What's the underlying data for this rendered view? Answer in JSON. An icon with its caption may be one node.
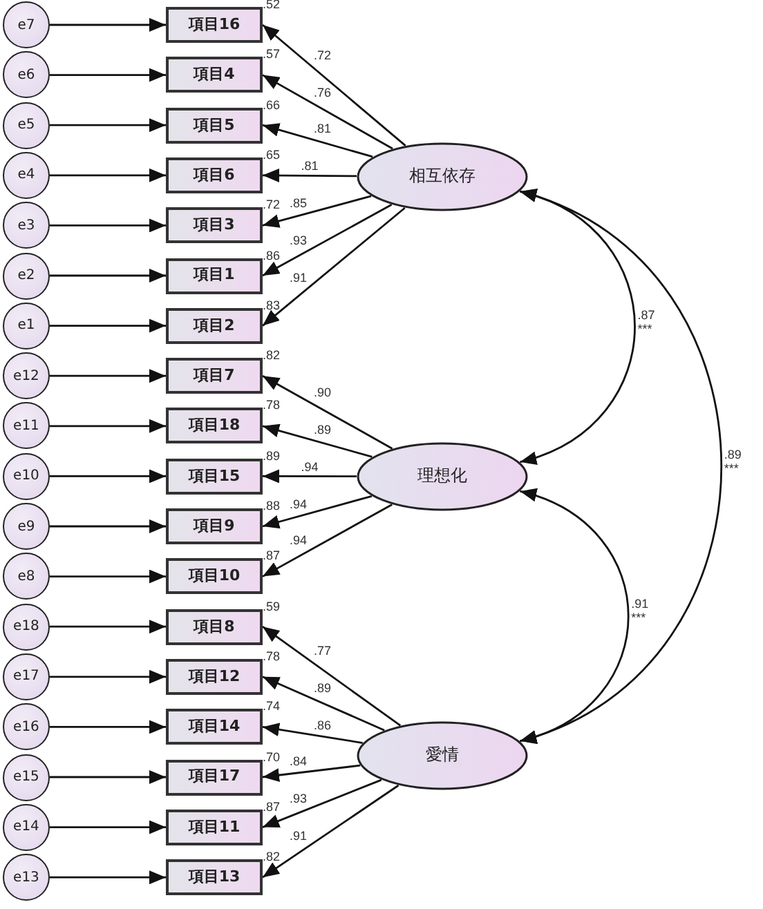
{
  "diagram": {
    "nodes": [
      {
        "text": [
          "e7"
        ]
      },
      {
        "text": [
          "e6"
        ]
      },
      {
        "text": [
          "e5"
        ]
      },
      {
        "text": [
          "e4"
        ]
      },
      {
        "text": [
          "e3"
        ]
      },
      {
        "text": [
          "e2"
        ]
      },
      {
        "text": [
          "e1"
        ]
      },
      {
        "text": [
          "e12"
        ]
      },
      {
        "text": [
          "e11"
        ]
      },
      {
        "text": [
          "e10"
        ]
      },
      {
        "text": [
          "e9"
        ]
      },
      {
        "text": [
          "e8"
        ]
      },
      {
        "text": [
          "e18"
        ]
      },
      {
        "text": [
          "e17"
        ]
      },
      {
        "text": [
          "e16"
        ]
      },
      {
        "text": [
          "e15"
        ]
      },
      {
        "text": [
          "e14"
        ]
      },
      {
        "text": [
          "e13"
        ]
      },
      {
        "text": [
          "項目16"
        ],
        "beside": [
          ".52"
        ]
      },
      {
        "text": [
          "項目4"
        ],
        "beside": [
          ".57"
        ]
      },
      {
        "text": [
          "項目5"
        ],
        "beside": [
          ".66"
        ]
      },
      {
        "text": [
          "項目6"
        ],
        "beside": [
          ".65"
        ]
      },
      {
        "text": [
          "項目3"
        ],
        "beside": [
          ".72"
        ]
      },
      {
        "text": [
          "項目1"
        ],
        "beside": [
          ".86"
        ]
      },
      {
        "text": [
          "項目2"
        ],
        "beside": [
          ".83"
        ]
      },
      {
        "text": [
          "項目7"
        ],
        "beside": [
          ".82"
        ]
      },
      {
        "text": [
          "項目18"
        ],
        "beside": [
          ".78"
        ]
      },
      {
        "text": [
          "項目15"
        ],
        "beside": [
          ".89"
        ]
      },
      {
        "text": [
          "項目9"
        ],
        "beside": [
          ".88"
        ]
      },
      {
        "text": [
          "項目10"
        ],
        "beside": [
          ".87"
        ]
      },
      {
        "text": [
          "項目8"
        ],
        "beside": [
          ".59"
        ]
      },
      {
        "text": [
          "項目12"
        ],
        "beside": [
          ".78"
        ]
      },
      {
        "text": [
          "項目14"
        ],
        "beside": [
          ".74"
        ]
      },
      {
        "text": [
          "項目17"
        ],
        "beside": [
          ".70"
        ]
      },
      {
        "text": [
          "項目11"
        ],
        "beside": [
          ".87"
        ]
      },
      {
        "text": [
          "項目13"
        ],
        "beside": [
          ".82"
        ]
      },
      {
        "text": [
          "相互依存"
        ]
      },
      {
        "text": [
          "理想化"
        ]
      },
      {
        "text": [
          "愛情"
        ]
      }
    ],
    "edges": [
      {
        "from": 0,
        "to": 18,
        "arrow": "to"
      },
      {
        "from": 1,
        "to": 19,
        "arrow": "to"
      },
      {
        "from": 2,
        "to": 20,
        "arrow": "to"
      },
      {
        "from": 3,
        "to": 21,
        "arrow": "to"
      },
      {
        "from": 4,
        "to": 22,
        "arrow": "to"
      },
      {
        "from": 5,
        "to": 23,
        "arrow": "to"
      },
      {
        "from": 6,
        "to": 24,
        "arrow": "to"
      },
      {
        "from": 7,
        "to": 25,
        "arrow": "to"
      },
      {
        "from": 8,
        "to": 26,
        "arrow": "to"
      },
      {
        "from": 9,
        "to": 27,
        "arrow": "to"
      },
      {
        "from": 10,
        "to": 28,
        "arrow": "to"
      },
      {
        "from": 11,
        "to": 29,
        "arrow": "to"
      },
      {
        "from": 12,
        "to": 30,
        "arrow": "to"
      },
      {
        "from": 13,
        "to": 31,
        "arrow": "to"
      },
      {
        "from": 14,
        "to": 32,
        "arrow": "to"
      },
      {
        "from": 15,
        "to": 33,
        "arrow": "to"
      },
      {
        "from": 16,
        "to": 34,
        "arrow": "to"
      },
      {
        "from": 17,
        "to": 35,
        "arrow": "to"
      },
      {
        "from": 36,
        "to": 18,
        "arrow": "to",
        "label": ".72"
      },
      {
        "from": 36,
        "to": 19,
        "arrow": "to",
        "label": ".76"
      },
      {
        "from": 36,
        "to": 20,
        "arrow": "to",
        "label": ".81"
      },
      {
        "from": 36,
        "to": 21,
        "arrow": "to",
        "label": ".81"
      },
      {
        "from": 36,
        "to": 22,
        "arrow": "to",
        "label": ".85"
      },
      {
        "from": 36,
        "to": 23,
        "arrow": "to",
        "label": ".93"
      },
      {
        "from": 36,
        "to": 24,
        "arrow": "to",
        "label": ".91"
      },
      {
        "from": 37,
        "to": 25,
        "arrow": "to",
        "label": ".90"
      },
      {
        "from": 37,
        "to": 26,
        "arrow": "to",
        "label": ".89"
      },
      {
        "from": 37,
        "to": 27,
        "arrow": "to",
        "label": ".94"
      },
      {
        "from": 37,
        "to": 28,
        "arrow": "to",
        "label": ".94"
      },
      {
        "from": 37,
        "to": 29,
        "arrow": "to",
        "label": ".94"
      },
      {
        "from": 38,
        "to": 30,
        "arrow": "to",
        "label": ".77"
      },
      {
        "from": 38,
        "to": 31,
        "arrow": "to",
        "label": ".89"
      },
      {
        "from": 38,
        "to": 32,
        "arrow": "to",
        "label": ".86"
      },
      {
        "from": 38,
        "to": 33,
        "arrow": "to",
        "label": ".84"
      },
      {
        "from": 38,
        "to": 34,
        "arrow": "to",
        "label": ".93"
      },
      {
        "from": 38,
        "to": 35,
        "arrow": "to",
        "label": ".91"
      },
      {
        "from": 36,
        "to": 37,
        "arrow": "both",
        "label": ".87 ***"
      },
      {
        "from": 37,
        "to": 38,
        "arrow": "both",
        "label": ".91 ***"
      },
      {
        "from": 36,
        "to": 38,
        "arrow": "both",
        "label": ".89 ***"
      }
    ]
  }
}
